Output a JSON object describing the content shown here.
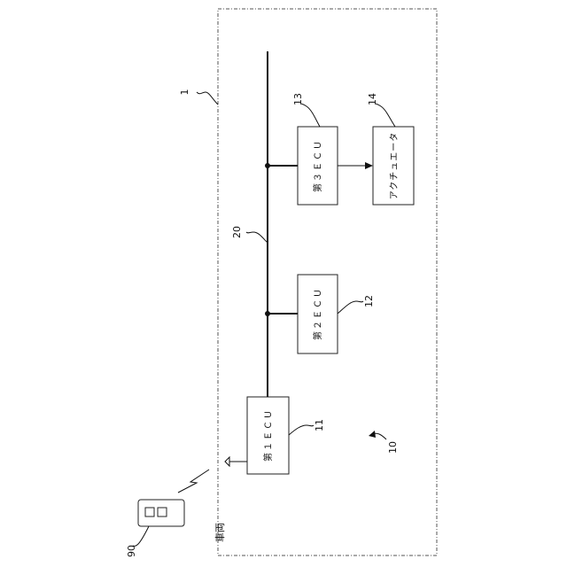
{
  "vehicle": {
    "label": "車両",
    "ref": "1"
  },
  "system_ref": "10",
  "bus_ref": "20",
  "ecus": [
    {
      "ref": "11",
      "label": "第１ＥＣＵ"
    },
    {
      "ref": "12",
      "label": "第２ＥＣＵ"
    },
    {
      "ref": "13",
      "label": "第３ＥＣＵ"
    }
  ],
  "actuator": {
    "ref": "14",
    "label": "アクチュエータ"
  },
  "remote": {
    "ref": "90"
  }
}
